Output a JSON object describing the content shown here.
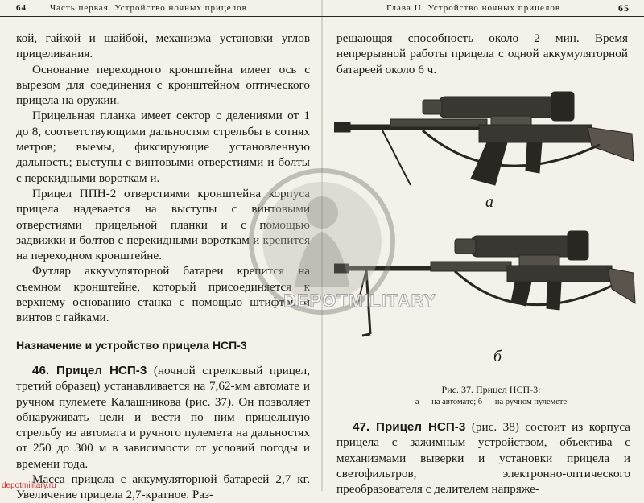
{
  "left_page": {
    "header": {
      "number": "64",
      "title": "Часть первая. Устройство ночных прицелов"
    },
    "paragraphs": [
      "кой, гайкой и шайбой, механизма установки углов прицеливания.",
      "Основание переходного кронштейна имеет ось с вырезом для соединения с кронштейном оптического прицела на оружии.",
      "Прицельная планка имеет сектор с делениями от 1 до 8, соответствующими дальностям стрельбы в сотнях метров; выемы, фиксирующие установленную дальность; выступы с винтовыми отверстиями и болты с перекидными вороткам и.",
      "Прицел ППН-2 отверстиями кронштейна корпуса прицела надевается на выступы с винтовыми отверстиями прицельной планки и с помощью задвижки и болтов с перекидными вороткам и крепится на переходном кронштейне.",
      "Футляр аккумуляторной батареи крепится на съемном кронштейне, который присоединяется к верхнему основанию станка с помощью штифтов и винтов с гайками."
    ],
    "section_title": "Назначение и устройство прицела НСП-3",
    "item46": {
      "lead": "46. Прицел НСП-3",
      "text": " (ночной стрелковый прицел, третий образец) устанавливается на 7,62-мм автомате и ручном пулемете Калашникова (рис. 37). Он позволяет обнаруживать цели и вести по ним прицельную стрельбу из автомата и ручного пулемета на дальностях от 250 до 300 м в зависимости от условий погоды и времени года."
    },
    "last_paragraph": "Масса прицела с аккумуляторной батареей 2,7 кг. Увеличение прицела 2,7-кратное. Раз-"
  },
  "right_page": {
    "header": {
      "number": "65",
      "title": "Глава II. Устройство ночных прицелов"
    },
    "top_paragraph": "решающая способность около 2 мин. Время непрерывной работы прицела с одной аккумуляторной батареей около 6 ч.",
    "figure": {
      "label_a": "а",
      "label_b": "б",
      "caption_title": "Рис. 37. Прицел НСП-3:",
      "caption_sub": "а — на автомате; б — на ручном пулемете"
    },
    "item47": {
      "lead": "47. Прицел НСП-3",
      "text": " (рис. 38) состоит из корпуса прицела с зажимным устройством, объектива с механизмами выверки и установки прицела и светофильтров, электронно-оптического преобразователя с делителем напряже-"
    }
  },
  "watermark": {
    "text": "DEPOTMILITARY",
    "site": "depotmilitary.ru"
  }
}
